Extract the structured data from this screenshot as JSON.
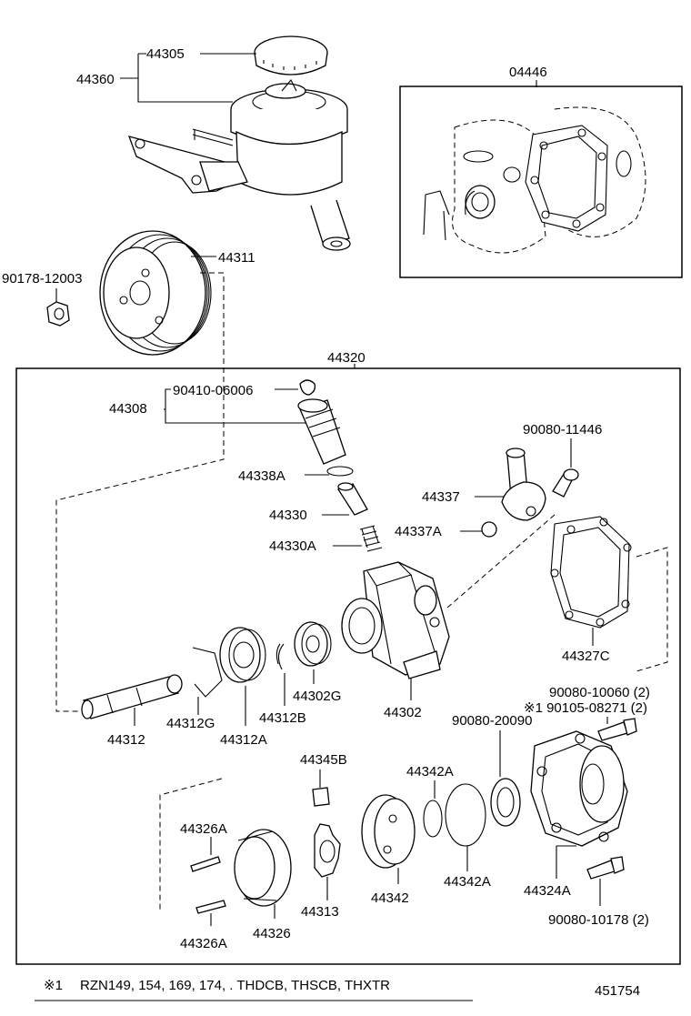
{
  "labels": {
    "p44305": "44305",
    "p44360": "44360",
    "p04446": "04446",
    "p44311": "44311",
    "p90178": "90178-12003",
    "p44320": "44320",
    "p44308": "44308",
    "p90410": "90410-06006",
    "p44338A": "44338A",
    "p44330": "44330",
    "p44330A": "44330A",
    "p90080_11446": "90080-11446",
    "p44337": "44337",
    "p44337A": "44337A",
    "p44327C": "44327C",
    "p44302": "44302",
    "p44302G": "44302G",
    "p44312": "44312",
    "p44312G": "44312G",
    "p44312A": "44312A",
    "p44312B": "44312B",
    "p90080_10060": "90080-10060 (2)",
    "p90105": "※1 90105-08271 (2)",
    "p90080_20090": "90080-20090",
    "p44345B": "44345B",
    "p44342A_1": "44342A",
    "p44342A_2": "44342A",
    "p44326A_1": "44326A",
    "p44326A_2": "44326A",
    "p44326": "44326",
    "p44313": "44313",
    "p44342": "44342",
    "p44324A": "44324A",
    "p90080_10178": "90080-10178 (2)"
  },
  "footnote": {
    "mark": "※1",
    "text": "RZN149, 154, 169, 174, . THDCB, THSCB, THXTR"
  },
  "figure_id": "451754"
}
